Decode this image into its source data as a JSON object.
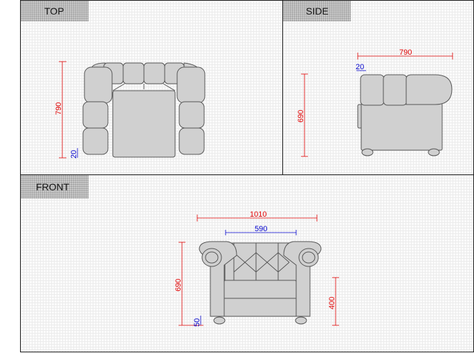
{
  "panels": {
    "top": {
      "label": "TOP",
      "dims": {
        "depth": "790",
        "leg": "20"
      }
    },
    "side": {
      "label": "SIDE",
      "dims": {
        "depth": "790",
        "arm_offset": "20",
        "height": "690"
      }
    },
    "front": {
      "label": "FRONT",
      "dims": {
        "width": "1010",
        "seat_width": "590",
        "height": "690",
        "leg": "50",
        "seat_height": "400"
      }
    }
  },
  "colors": {
    "dimension_red": "#e00000",
    "dimension_blue": "#0000cc",
    "furniture_fill": "#d0d0d0",
    "furniture_stroke": "#555555"
  }
}
